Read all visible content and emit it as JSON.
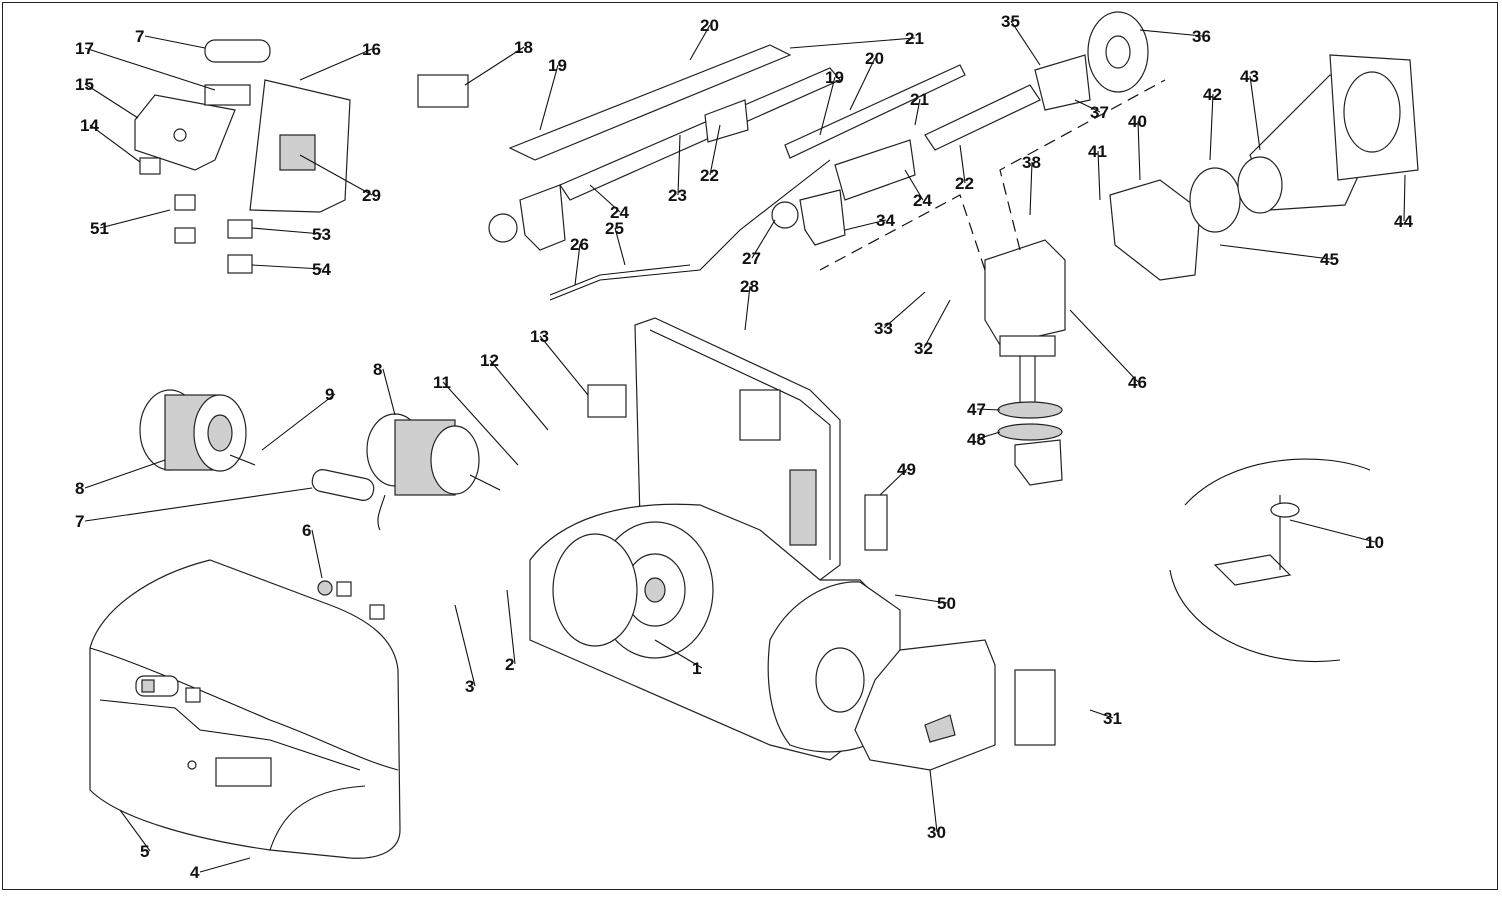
{
  "diagram": {
    "labels": [
      "1",
      "2",
      "3",
      "4",
      "5",
      "6",
      "7",
      "7",
      "8",
      "8",
      "9",
      "10",
      "11",
      "12",
      "13",
      "14",
      "15",
      "16",
      "17",
      "18",
      "19",
      "19",
      "20",
      "20",
      "21",
      "21",
      "22",
      "22",
      "23",
      "24",
      "24",
      "25",
      "26",
      "27",
      "28",
      "29",
      "30",
      "31",
      "32",
      "33",
      "34",
      "35",
      "36",
      "37",
      "38",
      "40",
      "41",
      "42",
      "43",
      "44",
      "45",
      "46",
      "47",
      "48",
      "49",
      "50",
      "51",
      "53",
      "54"
    ]
  }
}
